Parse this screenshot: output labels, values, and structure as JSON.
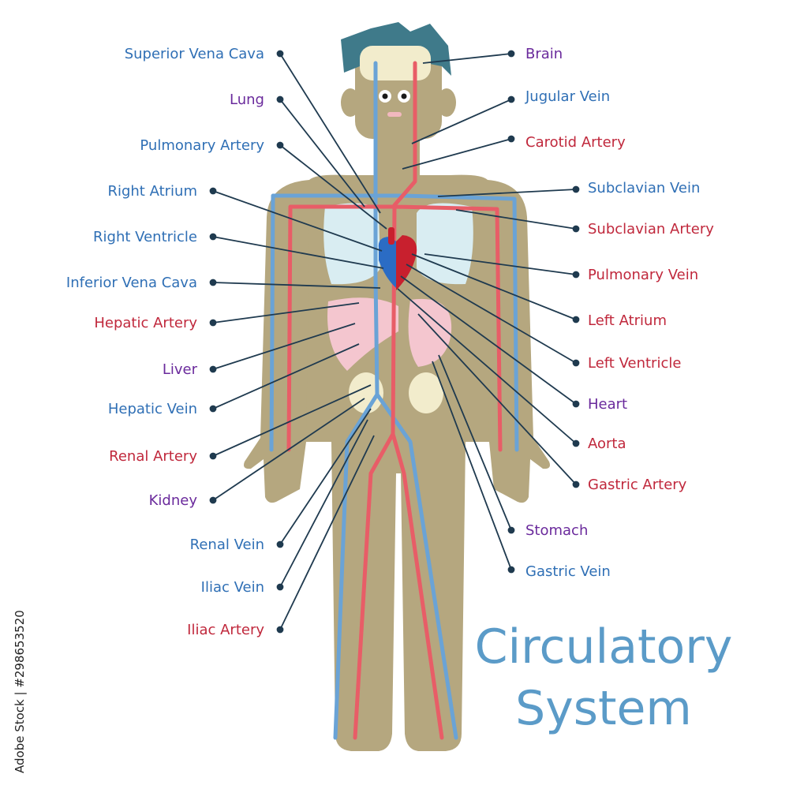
{
  "title": {
    "line1": "Circulatory",
    "line2": "System"
  },
  "watermark": "Adobe Stock | #298653520",
  "colors": {
    "vein_label": "#2f6fb5",
    "artery_label": "#c0283c",
    "organ_label": "#6a2a9c",
    "title": "#5b9bc8",
    "body": "#b5a77f",
    "vein": "#6aa3d6",
    "artery": "#e85d67",
    "leader": "#1f3a4f"
  },
  "labels": {
    "left": [
      {
        "text": "Superior Vena Cava",
        "kind": "vein"
      },
      {
        "text": "Lung",
        "kind": "organ"
      },
      {
        "text": "Pulmonary Artery",
        "kind": "vein"
      },
      {
        "text": "Right Atrium",
        "kind": "vein"
      },
      {
        "text": "Right Ventricle",
        "kind": "vein"
      },
      {
        "text": "Inferior Vena Cava",
        "kind": "vein"
      },
      {
        "text": "Hepatic Artery",
        "kind": "artery"
      },
      {
        "text": "Liver",
        "kind": "organ"
      },
      {
        "text": "Hepatic Vein",
        "kind": "vein"
      },
      {
        "text": "Renal Artery",
        "kind": "artery"
      },
      {
        "text": "Kidney",
        "kind": "organ"
      },
      {
        "text": "Renal Vein",
        "kind": "vein"
      },
      {
        "text": "Iliac Vein",
        "kind": "vein"
      },
      {
        "text": "Iliac Artery",
        "kind": "artery"
      }
    ],
    "right": [
      {
        "text": "Brain",
        "kind": "organ"
      },
      {
        "text": "Jugular Vein",
        "kind": "vein"
      },
      {
        "text": "Carotid Artery",
        "kind": "artery"
      },
      {
        "text": "Subclavian Vein",
        "kind": "vein"
      },
      {
        "text": "Subclavian Artery",
        "kind": "artery"
      },
      {
        "text": "Pulmonary Vein",
        "kind": "artery"
      },
      {
        "text": "Left Atrium",
        "kind": "artery"
      },
      {
        "text": "Left Ventricle",
        "kind": "artery"
      },
      {
        "text": "Heart",
        "kind": "organ"
      },
      {
        "text": "Aorta",
        "kind": "artery"
      },
      {
        "text": "Gastric Artery",
        "kind": "artery"
      },
      {
        "text": "Stomach",
        "kind": "organ"
      },
      {
        "text": "Gastric Vein",
        "kind": "vein"
      }
    ]
  }
}
